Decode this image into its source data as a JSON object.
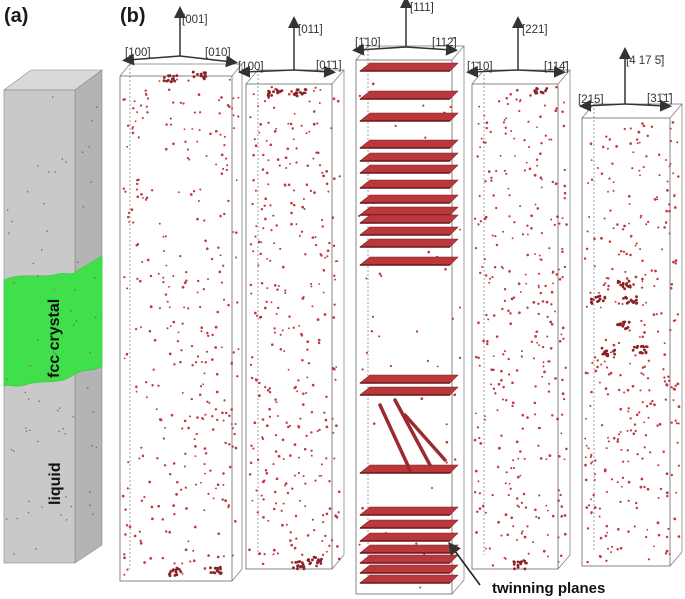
{
  "figure": {
    "panel_a_label": "(a)",
    "panel_b_label": "(b)",
    "panel_a": {
      "crystal_label": "fcc crystal",
      "liquid_label": "liquid",
      "colors": {
        "liquid": "#c8c8c8",
        "crystal": "#3fe04a"
      }
    },
    "panel_b": {
      "defect_color": "#c0383c",
      "columns": [
        {
          "name": "column-001",
          "axis_up_label": "[001]",
          "axis_left_label": "[100]",
          "axis_right_label": "[010]"
        },
        {
          "name": "column-011",
          "axis_up_label": "[011]",
          "axis_left_label": "[100]",
          "axis_right_label": "[01̄1]"
        },
        {
          "name": "column-111",
          "axis_up_label": "[111]",
          "axis_left_label": "[1̄10]",
          "axis_right_label": "[112̄]"
        },
        {
          "name": "column-221",
          "axis_up_label": "[221]",
          "axis_left_label": "[1̄10]",
          "axis_right_label": "[114̄]"
        },
        {
          "name": "column-4-17-5",
          "axis_up_label": "[4 17 5̄]",
          "axis_left_label": "[215]",
          "axis_right_label": "[31̄1̄]"
        }
      ],
      "annotation": "twinning planes"
    }
  }
}
